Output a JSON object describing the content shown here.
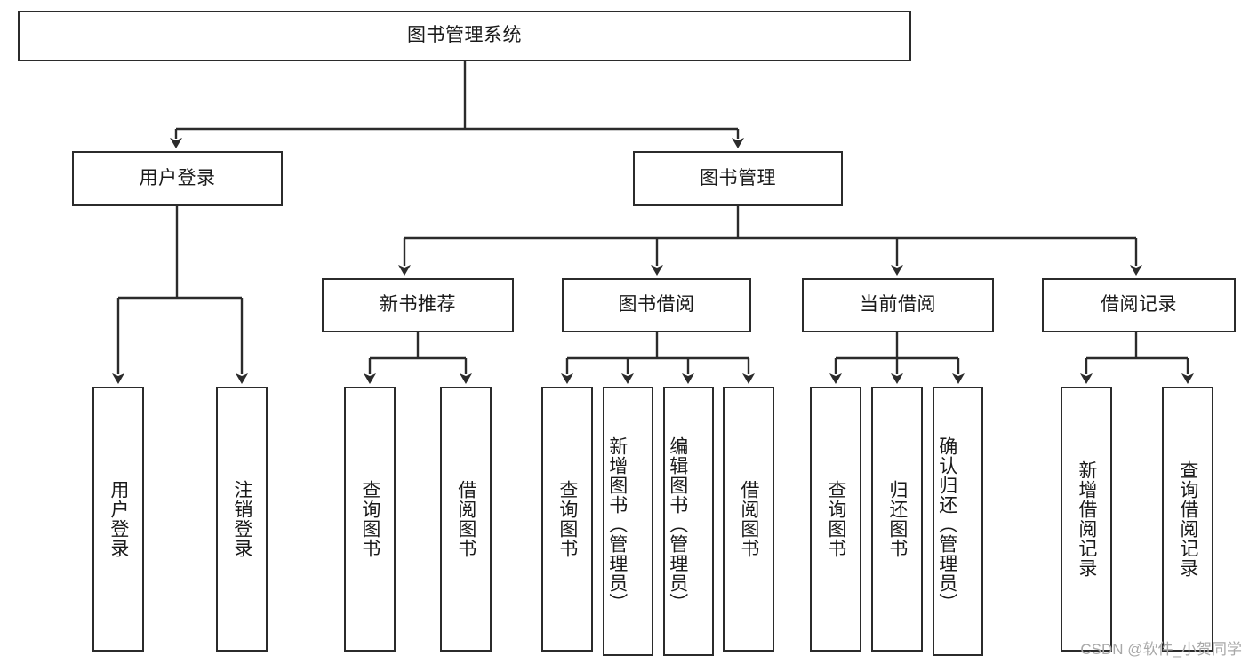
{
  "diagram": {
    "title": "图书管理系统",
    "type": "tree-hierarchy",
    "root": {
      "label": "图书管理系统"
    },
    "level2": [
      {
        "label": "用户登录"
      },
      {
        "label": "图书管理"
      }
    ],
    "level3": [
      {
        "label": "新书推荐"
      },
      {
        "label": "图书借阅"
      },
      {
        "label": "当前借阅"
      },
      {
        "label": "借阅记录"
      }
    ],
    "leaves": {
      "user_login": [
        {
          "label": "用户登录"
        },
        {
          "label": "注销登录"
        }
      ],
      "new_book_recommend": [
        {
          "label": "查询图书"
        },
        {
          "label": "借阅图书"
        }
      ],
      "book_borrow": [
        {
          "label": "查询图书"
        },
        {
          "label": "新增图书（管理员）"
        },
        {
          "label": "编辑图书（管理员）"
        },
        {
          "label": "借阅图书"
        }
      ],
      "current_borrow": [
        {
          "label": "查询图书"
        },
        {
          "label": "归还图书"
        },
        {
          "label": "确认归还（管理员）"
        }
      ],
      "borrow_record": [
        {
          "label": "新增借阅记录"
        },
        {
          "label": "查询借阅记录"
        }
      ]
    }
  },
  "watermark": {
    "text": "CSDN @软件_小贺同学"
  },
  "colors": {
    "stroke": "#2b2b2b",
    "background": "#ffffff",
    "text": "#1a1a1a",
    "watermark": "#a8a8a8"
  }
}
